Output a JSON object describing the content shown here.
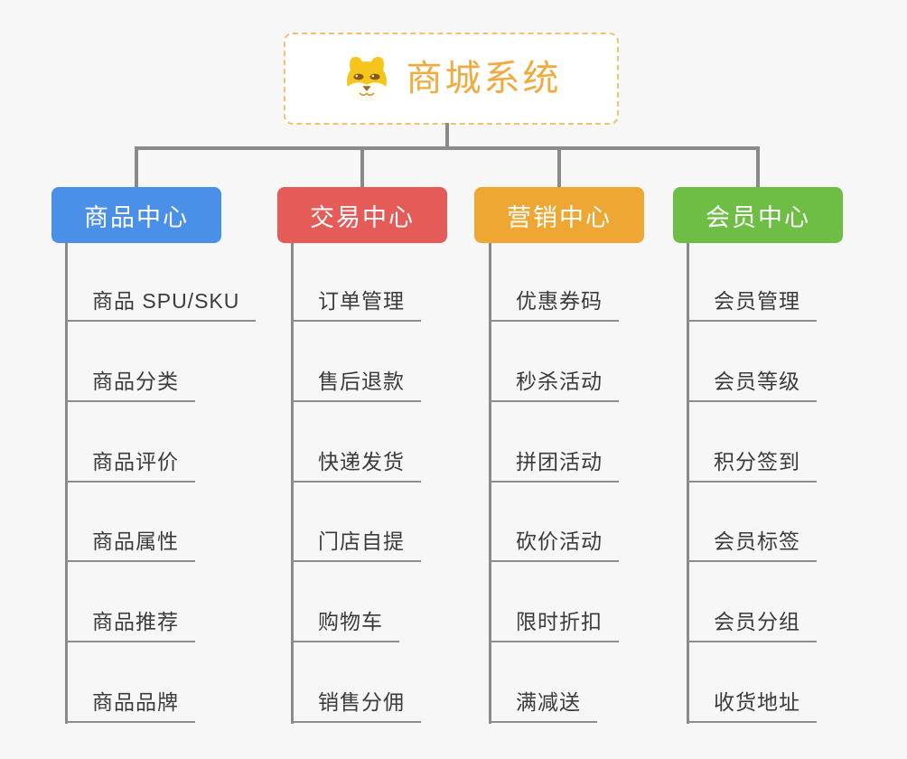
{
  "page": {
    "background": "#f7f7f7",
    "connector_color": "#8a8a8a"
  },
  "root": {
    "title": "商城系统",
    "icon": "dog-face-icon",
    "text_color": "#f0ab3f",
    "border_color": "#f3c170"
  },
  "branches": [
    {
      "label": "商品中心",
      "color": "#4a8fe8",
      "items": [
        "商品 SPU/SKU",
        "商品分类",
        "商品评价",
        "商品属性",
        "商品推荐",
        "商品品牌"
      ]
    },
    {
      "label": "交易中心",
      "color": "#e55b58",
      "items": [
        "订单管理",
        "售后退款",
        "快递发货",
        "门店自提",
        "购物车",
        "销售分佣"
      ]
    },
    {
      "label": "营销中心",
      "color": "#efa733",
      "items": [
        "优惠券码",
        "秒杀活动",
        "拼团活动",
        "砍价活动",
        "限时折扣",
        "满减送"
      ]
    },
    {
      "label": "会员中心",
      "color": "#6ebe45",
      "items": [
        "会员管理",
        "会员等级",
        "积分签到",
        "会员标签",
        "会员分组",
        "收货地址"
      ]
    }
  ]
}
